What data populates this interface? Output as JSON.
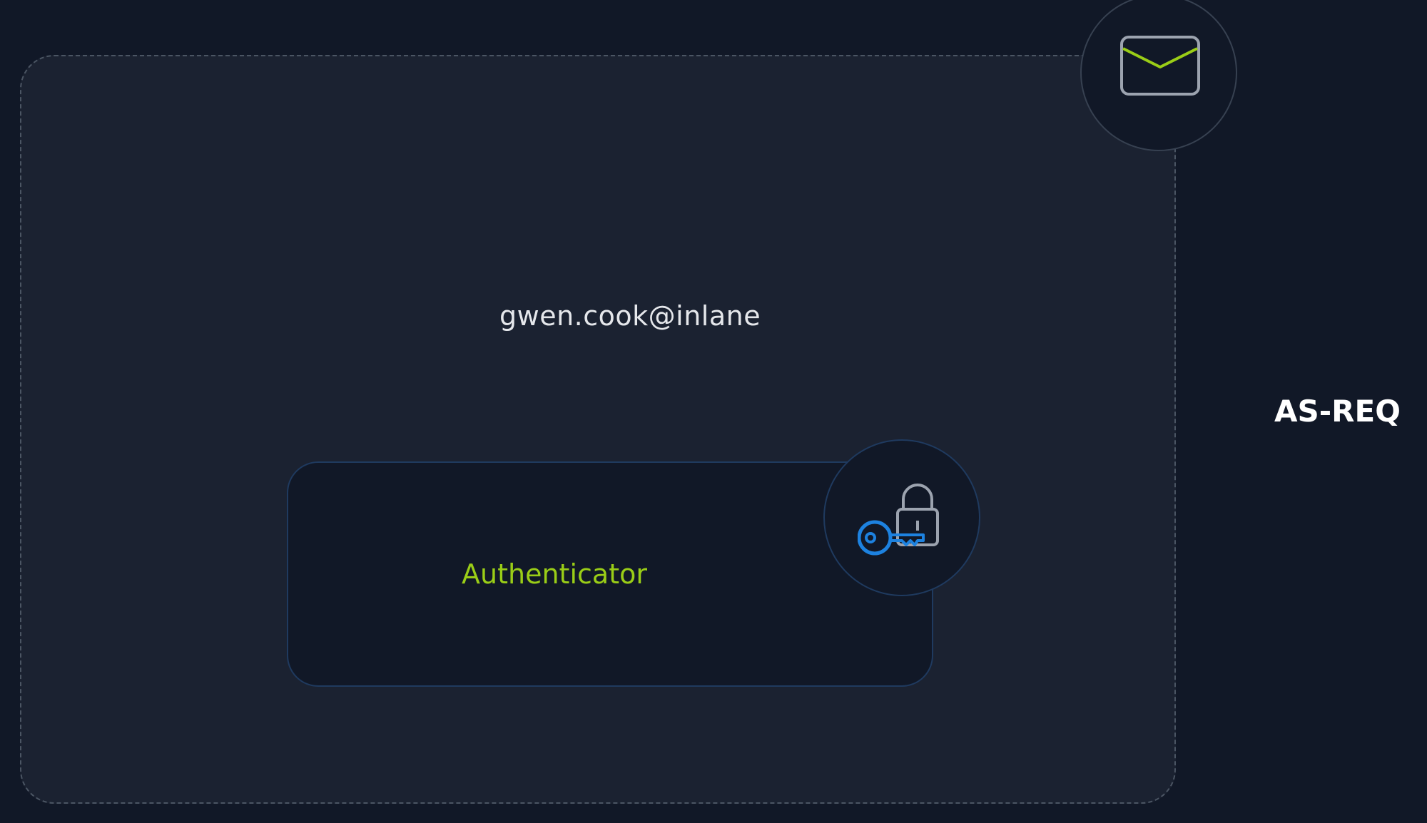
{
  "diagram": {
    "user_identity": "gwen.cook@inlane",
    "authenticator_label": "Authenticator",
    "message_type": "AS-REQ",
    "icons": {
      "message": "envelope-icon",
      "credentials": "key-lock-icon"
    },
    "colors": {
      "background": "#111827",
      "panel": "#1b2231",
      "accent_green": "#9acd17",
      "accent_blue": "#1d82e0",
      "text": "#e5e7eb"
    }
  }
}
